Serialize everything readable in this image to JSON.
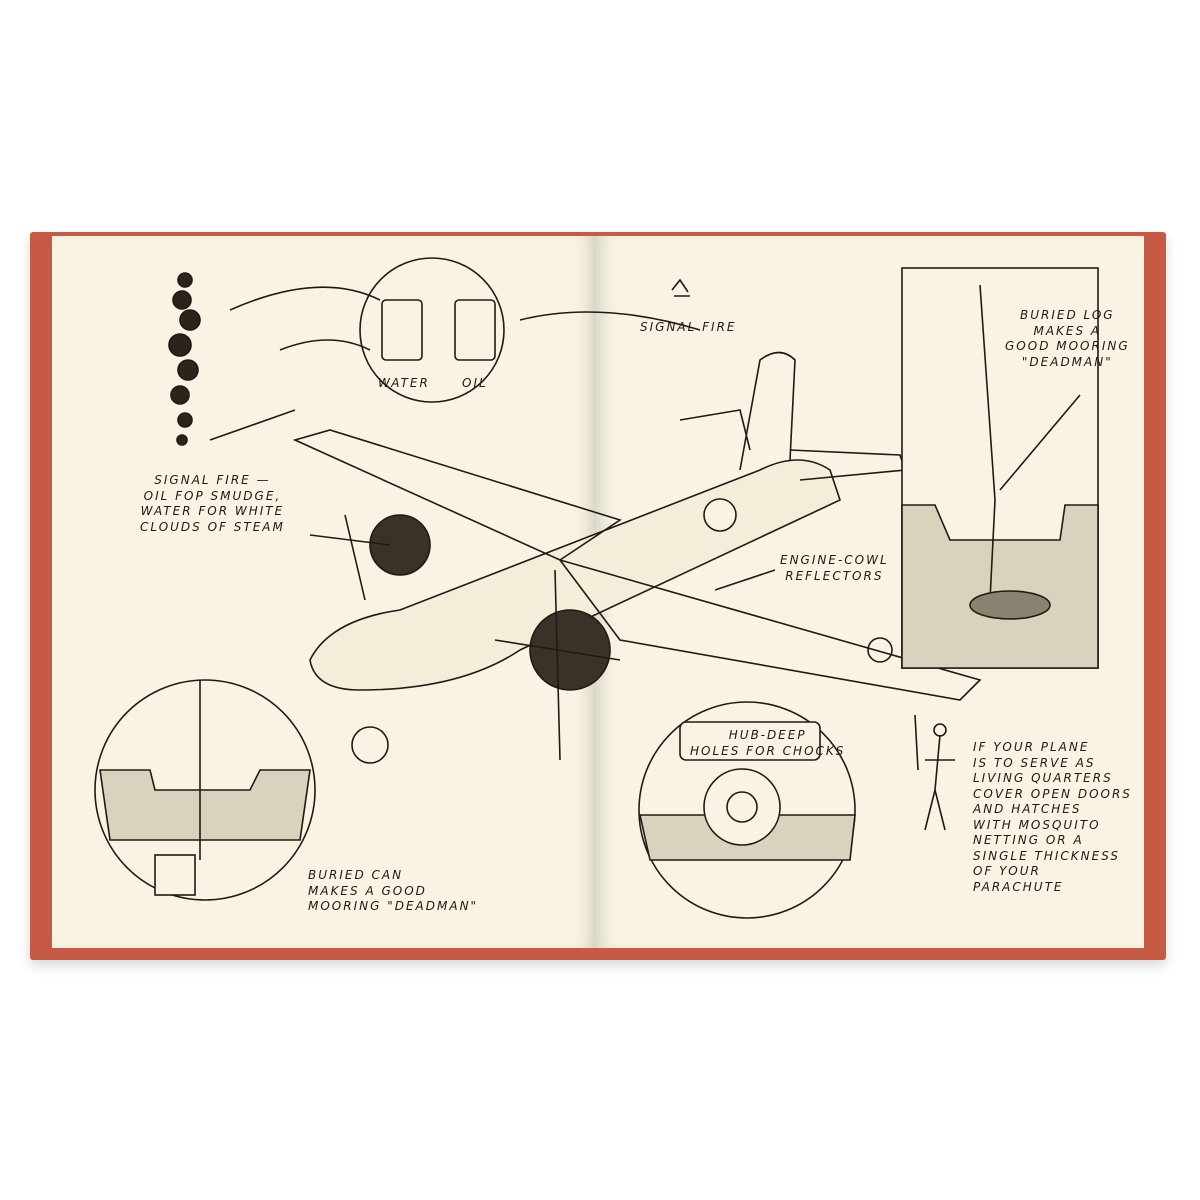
{
  "book": {
    "cover_color": "#c65a45",
    "page_color": "#f8f3e2",
    "ink_color": "#1f1a14"
  },
  "labels": {
    "water": "WATER",
    "oil": "OIL",
    "signal_fire_top": "SIGNAL FIRE",
    "signal_fire_caption": "SIGNAL FIRE —\nOIL FOP SMUDGE,\nWATER FOR WHITE\nCLOUDS OF STEAM",
    "buried_log": "BURIED LOG\nMAKES A\nGOOD MOORING\n\"DEADMAN\"",
    "engine_cowl": "ENGINE-COWL\nREFLECTORS",
    "hub_deep": "HUB-DEEP\nHOLES FOR CHOCKS",
    "buried_can": "BURIED CAN\nMAKES A GOOD\nMOORING \"DEADMAN\"",
    "living_quarters": "IF YOUR PLANE\nIS TO SERVE AS\nLIVING QUARTERS\nCOVER OPEN DOORS\nAND HATCHES\nWITH MOSQUITO\nNETTING OR A\nSINGLE THICKNESS\nOF YOUR\nPARACHUTE"
  }
}
